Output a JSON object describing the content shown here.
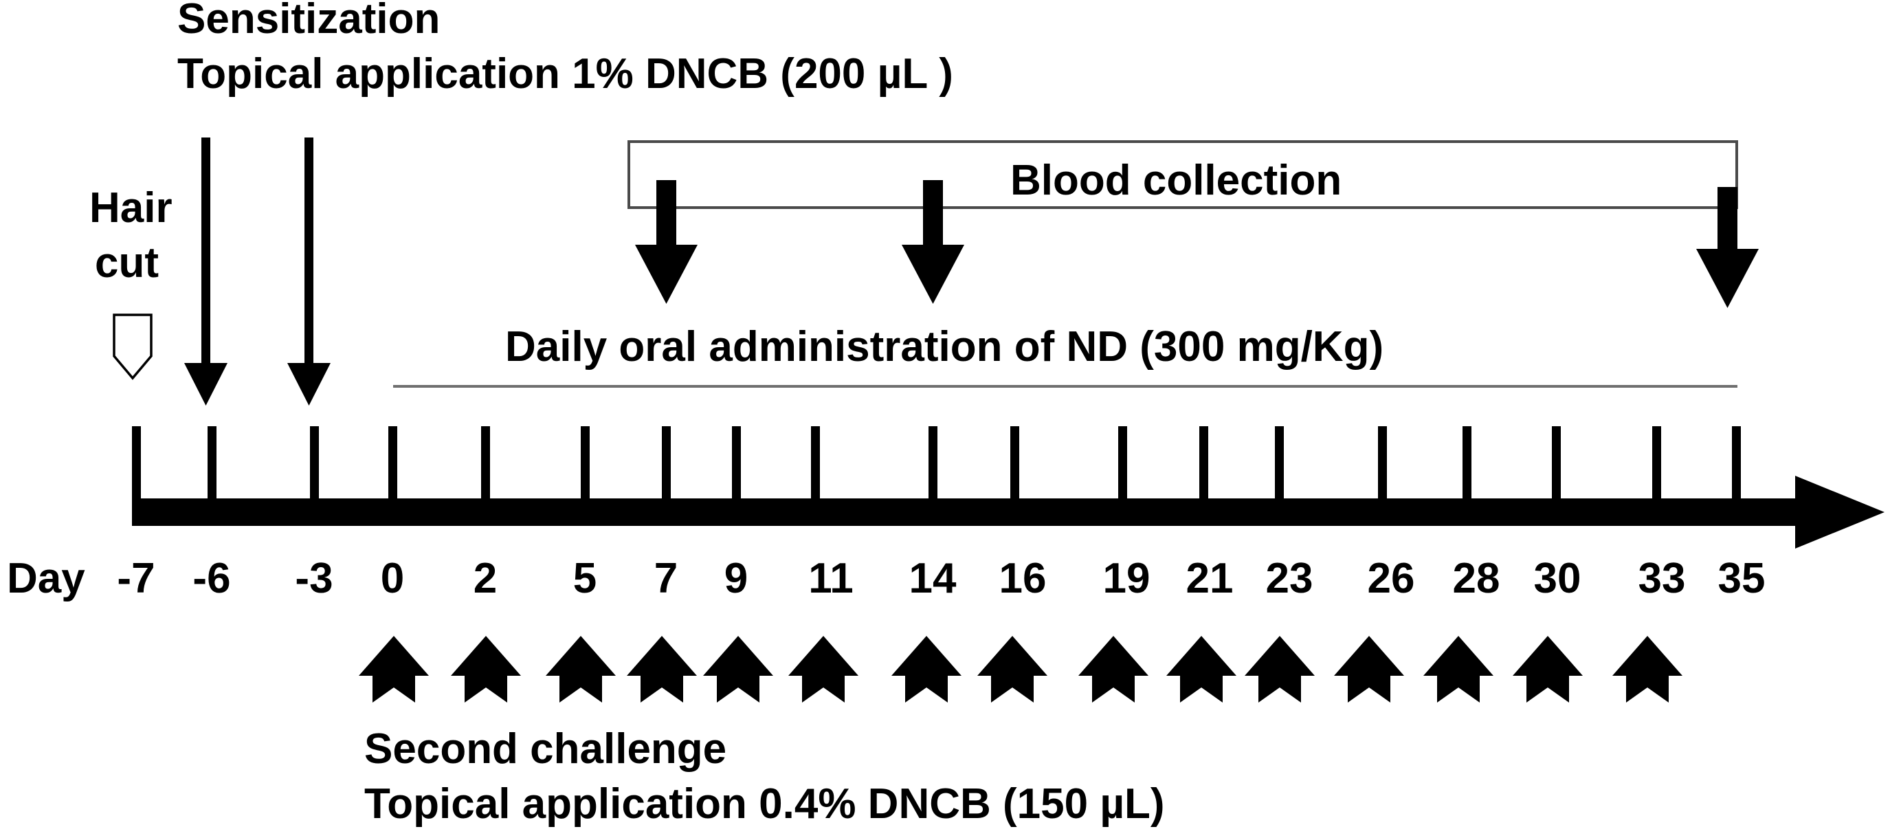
{
  "figure": {
    "title": "DNCB-induced atopic dermatitis experimental timeline",
    "background_color": "#ffffff",
    "ink_color": "#000000",
    "thin_line_color": "#6f6f6f"
  },
  "annotations": {
    "sensitization": {
      "line1": "Sensitization",
      "line2": "Topical application 1% DNCB (200 µL )",
      "marker_days": [
        -6,
        -3
      ]
    },
    "hair_cut": {
      "line1": "Hair",
      "line2": "cut",
      "marker_day": -7,
      "marker_shape": "hollow-pentagon-down"
    },
    "blood_collection": {
      "label": "Blood collection",
      "marker_days": [
        7,
        14,
        35
      ],
      "bracket_start_day": 5,
      "bracket_end_day": 35
    },
    "oral_administration": {
      "label": "Daily oral administration of ND (300 mg/Kg)",
      "bar_start_day": 0,
      "bar_end_day": 35
    },
    "second_challenge": {
      "line1": "Second challenge",
      "line2": "Topical application 0.4% DNCB (150 µL)",
      "marker_days": [
        0,
        2,
        5,
        7,
        9,
        11,
        14,
        16,
        19,
        21,
        23,
        26,
        28,
        30,
        33
      ],
      "marker_shape": "up-arrow-notched"
    }
  },
  "axis": {
    "prefix_label": "Day",
    "direction": "left-to-right",
    "has_arrowhead": true,
    "tick_labels": [
      "-7",
      "-6",
      "-3",
      "0",
      "2",
      "5",
      "7",
      "9",
      "11",
      "14",
      "16",
      "19",
      "21",
      "23",
      "26",
      "28",
      "30",
      "33",
      "35"
    ]
  },
  "chart_data": {
    "type": "timeline",
    "title": "DNCB-induced atopic dermatitis experimental timeline",
    "xlabel": "Day",
    "x_tick_values": [
      -7,
      -6,
      -3,
      0,
      2,
      5,
      7,
      9,
      11,
      14,
      16,
      19,
      21,
      23,
      26,
      28,
      30,
      33,
      35
    ],
    "x_tick_labels": [
      "-7",
      "-6",
      "-3",
      "0",
      "2",
      "5",
      "7",
      "9",
      "11",
      "14",
      "16",
      "19",
      "21",
      "23",
      "26",
      "28",
      "30",
      "33",
      "35"
    ],
    "note": "Tick positions are evenly spaced by ordinal index, not by numeric day value.",
    "events": [
      {
        "name": "Hair cut",
        "days": [
          -7
        ],
        "marker": "hollow-pentagon-down",
        "position": "above-axis"
      },
      {
        "name": "Sensitization: Topical application 1% DNCB (200 µL )",
        "days": [
          -6,
          -3
        ],
        "marker": "thin-down-arrow",
        "position": "above-axis"
      },
      {
        "name": "Blood collection",
        "days": [
          7,
          14,
          35
        ],
        "marker": "thick-down-arrow",
        "position": "above-axis",
        "bracket": [
          5,
          35
        ]
      },
      {
        "name": "Daily oral administration of ND (300 mg/Kg)",
        "days": [
          0,
          35
        ],
        "marker": "horizontal-bar",
        "position": "above-axis"
      },
      {
        "name": "Second challenge: Topical application 0.4% DNCB (150 µL)",
        "days": [
          0,
          2,
          5,
          7,
          9,
          11,
          14,
          16,
          19,
          21,
          23,
          26,
          28,
          30,
          33
        ],
        "marker": "up-arrow-notched",
        "position": "below-axis"
      }
    ]
  }
}
